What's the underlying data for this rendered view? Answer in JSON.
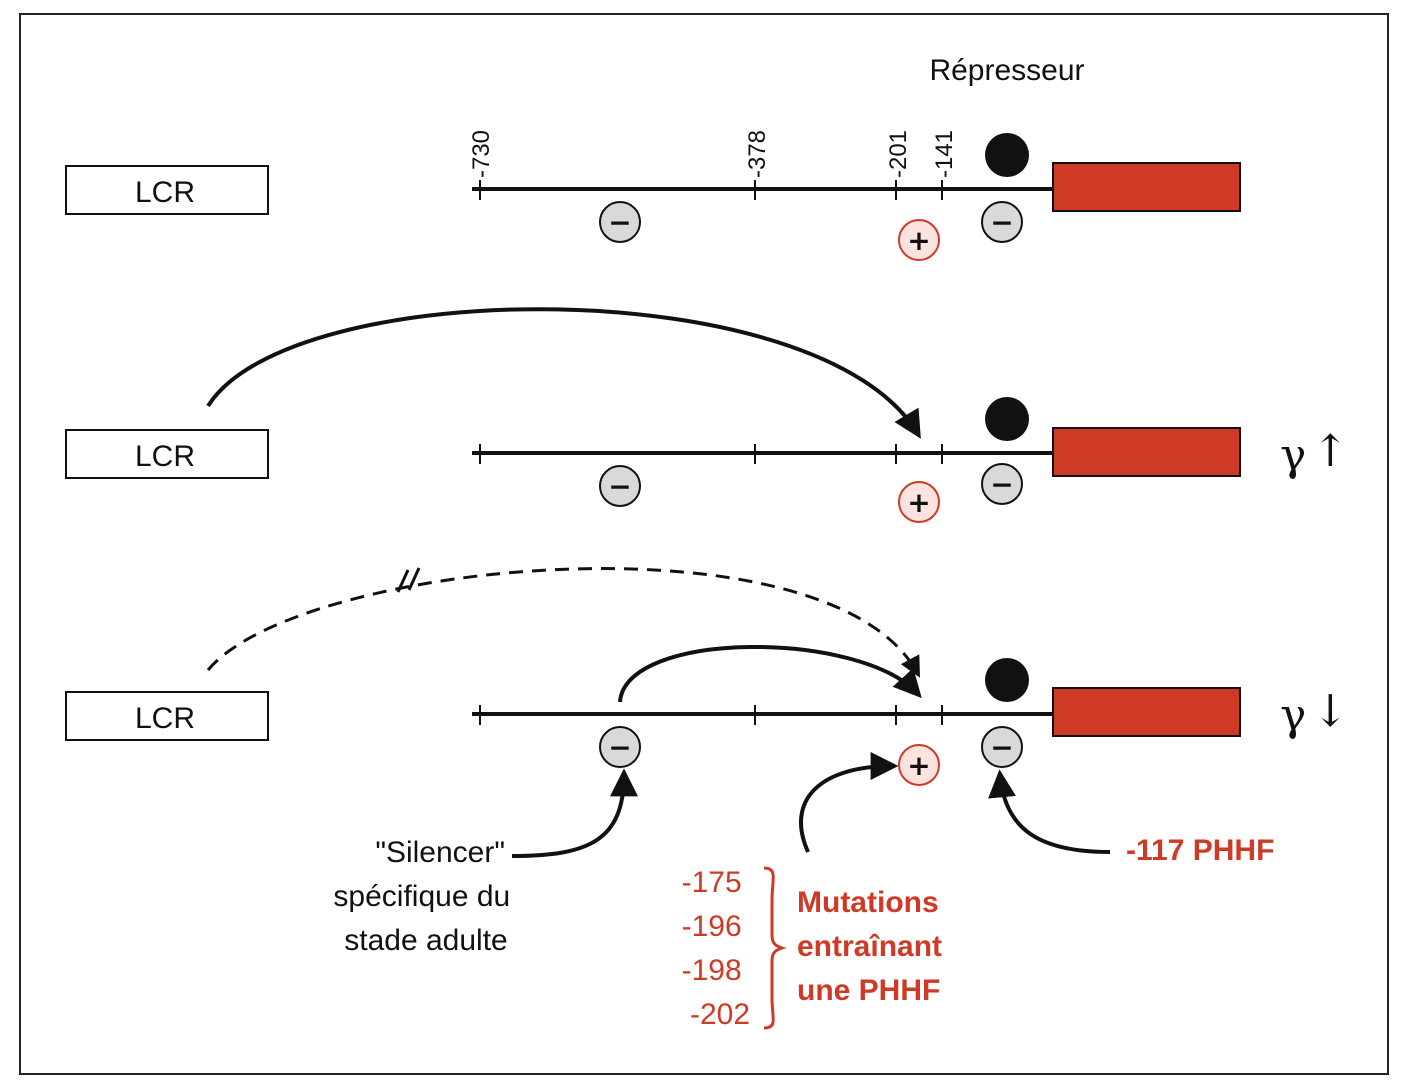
{
  "labels": {
    "lcr": "LCR",
    "repressor": "Répresseur",
    "gamma": "γ",
    "arrow_up": "↑",
    "arrow_down": "↓",
    "minus": "−",
    "plus": "+"
  },
  "positions": [
    "-730",
    "-378",
    "-201",
    "-141"
  ],
  "silencer_lines": [
    "\"Silencer\"",
    "spécifique du",
    "stade adulte"
  ],
  "mutation_positions": [
    "-175",
    "-196",
    "-198",
    "-202"
  ],
  "mutation_lines": [
    "Mutations",
    "entraînant",
    "une PHHF"
  ],
  "phhf_117": "-117 PHHF",
  "colors": {
    "gene_box": "#cf3a26",
    "red_text": "#cf3a26",
    "minus_fill": "#d9d9d9",
    "plus_fill": "#fbe4e0"
  }
}
